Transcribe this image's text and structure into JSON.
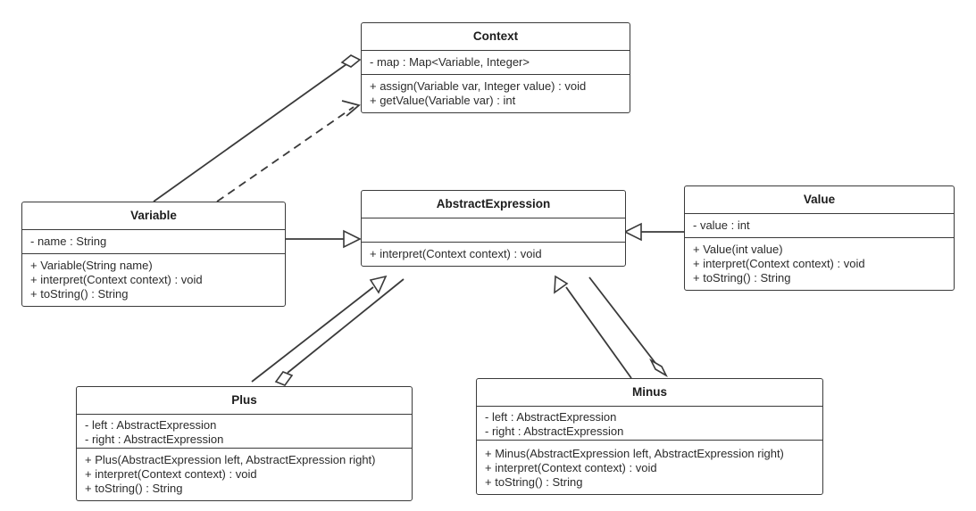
{
  "diagram": {
    "title": "Interpreter Pattern UML Class Diagram",
    "type": "uml-class-diagram",
    "background_color": "#ffffff",
    "stroke_color": "#3a3a3a",
    "text_color": "#2b2b2b"
  },
  "classes": [
    {
      "id": "context",
      "name": "Context",
      "attributes": [
        "- map : Map<Variable, Integer>"
      ],
      "operations": [
        "+ assign(Variable var, Integer value) : void",
        "+ getValue(Variable var) : int"
      ]
    },
    {
      "id": "variable",
      "name": "Variable",
      "attributes": [
        "- name : String"
      ],
      "operations": [
        "+ Variable(String name)",
        "+ interpret(Context context) : void",
        "+ toString() : String"
      ]
    },
    {
      "id": "abstractexpression",
      "name": "AbstractExpression",
      "attributes": [],
      "operations": [
        "+ interpret(Context context) : void"
      ]
    },
    {
      "id": "value",
      "name": "Value",
      "attributes": [
        "- value : int"
      ],
      "operations": [
        "+ Value(int value)",
        "+ interpret(Context context) : void",
        "+ toString() : String"
      ]
    },
    {
      "id": "plus",
      "name": "Plus",
      "attributes": [
        "- left : AbstractExpression",
        "- right : AbstractExpression"
      ],
      "operations": [
        "+ Plus(AbstractExpression left, AbstractExpression right)",
        "+ interpret(Context context) : void",
        "+ toString() : String"
      ]
    },
    {
      "id": "minus",
      "name": "Minus",
      "attributes": [
        "- left : AbstractExpression",
        "- right : AbstractExpression"
      ],
      "operations": [
        "+ Minus(AbstractExpression left, AbstractExpression right)",
        "+ interpret(Context context) : void",
        "+ toString() : String"
      ]
    }
  ],
  "relationships": [
    {
      "id": "variable-aggregates-context",
      "from": "Variable",
      "to": "Context",
      "kind": "aggregation",
      "line": "solid",
      "marker": "hollow-diamond"
    },
    {
      "id": "variable-depends-context",
      "from": "Variable",
      "to": "Context",
      "kind": "dependency",
      "line": "dashed",
      "marker": "open-arrow"
    },
    {
      "id": "variable-extends-abstractexpression",
      "from": "Variable",
      "to": "AbstractExpression",
      "kind": "generalization",
      "line": "solid",
      "marker": "hollow-triangle"
    },
    {
      "id": "value-extends-abstractexpression",
      "from": "Value",
      "to": "AbstractExpression",
      "kind": "generalization",
      "line": "solid",
      "marker": "hollow-triangle"
    },
    {
      "id": "plus-extends-abstractexpression",
      "from": "Plus",
      "to": "AbstractExpression",
      "kind": "generalization",
      "line": "solid",
      "marker": "hollow-triangle"
    },
    {
      "id": "plus-aggregates-abstractexpression",
      "from": "Plus",
      "to": "AbstractExpression",
      "kind": "aggregation",
      "line": "solid",
      "marker": "hollow-diamond"
    },
    {
      "id": "minus-extends-abstractexpression",
      "from": "Minus",
      "to": "AbstractExpression",
      "kind": "generalization",
      "line": "solid",
      "marker": "hollow-triangle"
    },
    {
      "id": "minus-aggregates-abstractexpression",
      "from": "Minus",
      "to": "AbstractExpression",
      "kind": "aggregation",
      "line": "solid",
      "marker": "hollow-diamond"
    }
  ]
}
